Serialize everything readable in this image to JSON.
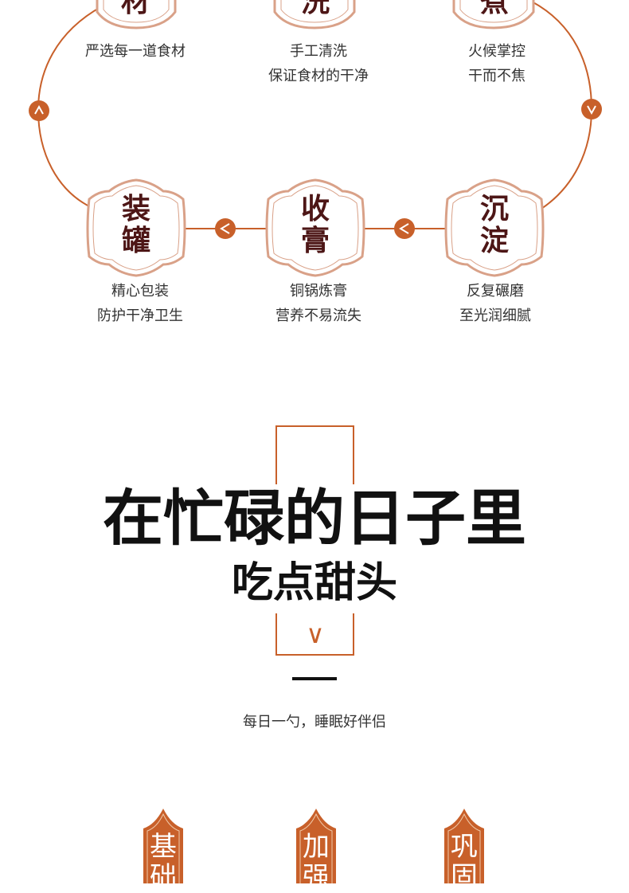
{
  "process": {
    "top_steps": [
      {
        "chars": [
          "材"
        ],
        "desc": [
          "严选每一道食材"
        ]
      },
      {
        "chars": [
          "洗"
        ],
        "desc": [
          "手工清洗",
          "保证食材的干净"
        ]
      },
      {
        "chars": [
          "煮"
        ],
        "desc": [
          "火候掌控",
          "干而不焦"
        ]
      }
    ],
    "bottom_steps": [
      {
        "chars": [
          "装",
          "罐"
        ],
        "desc": [
          "精心包装",
          "防护干净卫生"
        ]
      },
      {
        "chars": [
          "收",
          "膏"
        ],
        "desc": [
          "铜锅炼膏",
          "营养不易流失"
        ]
      },
      {
        "chars": [
          "沉",
          "淀"
        ],
        "desc": [
          "反复碾磨",
          "至光润细腻"
        ]
      }
    ],
    "arrow_glyph": "<"
  },
  "headline": {
    "line1": "在忙碌的日子里",
    "line2": "吃点甜头",
    "chevron_glyph": "∨"
  },
  "subtitle": "每日一勺，睡眠好伴侣",
  "tags": [
    {
      "chars": [
        "基",
        "础"
      ]
    },
    {
      "chars": [
        "加",
        "强"
      ]
    },
    {
      "chars": [
        "巩",
        "固"
      ]
    }
  ],
  "colors": {
    "accent": "#c8602a",
    "badge_border": "#d9a188",
    "text_dark": "#4d1616"
  }
}
